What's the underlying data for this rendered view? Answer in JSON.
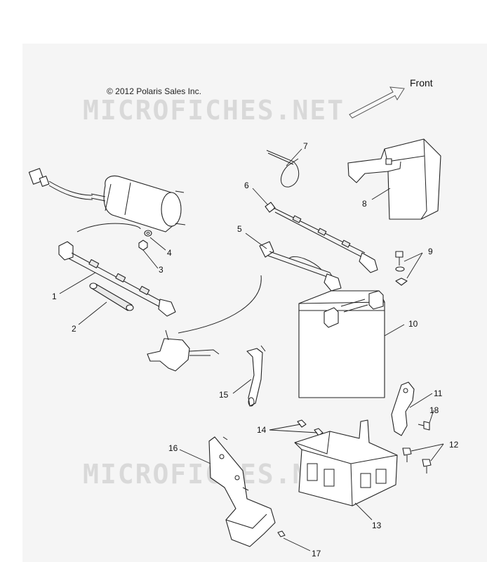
{
  "copyright": "© 2012 Polaris Sales Inc.",
  "watermark": "MICROFICHES.NET",
  "direction_label": "Front",
  "callouts": {
    "c1": "1",
    "c2": "2",
    "c3": "3",
    "c4": "4",
    "c5": "5",
    "c6": "6",
    "c7": "7",
    "c8": "8",
    "c9": "9",
    "c10": "10",
    "c11": "11",
    "c12": "12",
    "c13": "13",
    "c14": "14",
    "c15": "15",
    "c16": "16",
    "c17": "17",
    "c18": "18"
  },
  "colors": {
    "background": "#f5f5f5",
    "line": "#222222",
    "watermark": "#d9d9d9"
  }
}
